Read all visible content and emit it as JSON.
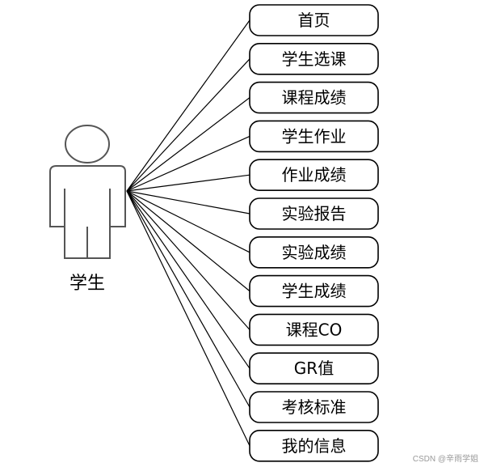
{
  "actor": {
    "label": "学生"
  },
  "use_cases": [
    {
      "label": "首页"
    },
    {
      "label": "学生选课"
    },
    {
      "label": "课程成绩"
    },
    {
      "label": "学生作业"
    },
    {
      "label": "作业成绩"
    },
    {
      "label": "实验报告"
    },
    {
      "label": "实验成绩"
    },
    {
      "label": "学生成绩"
    },
    {
      "label": "课程CO"
    },
    {
      "label": "GR值"
    },
    {
      "label": "考核标准"
    },
    {
      "label": "我的信息"
    }
  ],
  "watermark": {
    "text": "CSDN @辛雨学姐"
  }
}
